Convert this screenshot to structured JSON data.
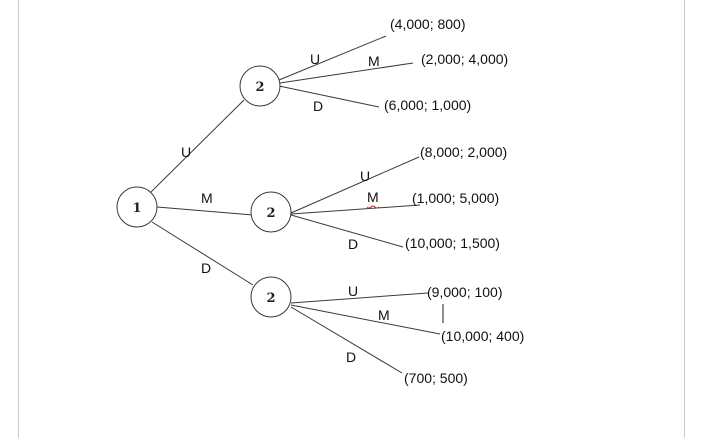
{
  "tree": {
    "root": {
      "label": "1"
    },
    "root_moves": {
      "up": "U",
      "middle": "M",
      "down": "D"
    },
    "nodes": [
      {
        "label": "2",
        "moves": [
          "U",
          "M",
          "D"
        ],
        "payoffs": [
          "(4,000; 800)",
          "(2,000; 4,000)",
          "(6,000; 1,000)"
        ]
      },
      {
        "label": "2",
        "moves": [
          "U",
          "M",
          "D"
        ],
        "payoffs": [
          "(8,000; 2,000)",
          "(1,000; 5,000)",
          "(10,000; 1,500)"
        ]
      },
      {
        "label": "2",
        "moves": [
          "U",
          "M",
          "D"
        ],
        "payoffs": [
          "(9,000; 100)",
          "(10,000; 400)",
          "(700; 500)"
        ]
      }
    ]
  },
  "colors": {
    "line": "#3a3a3a",
    "spellcheck_underline": "#c62828",
    "page_border": "#c8c8c8"
  }
}
